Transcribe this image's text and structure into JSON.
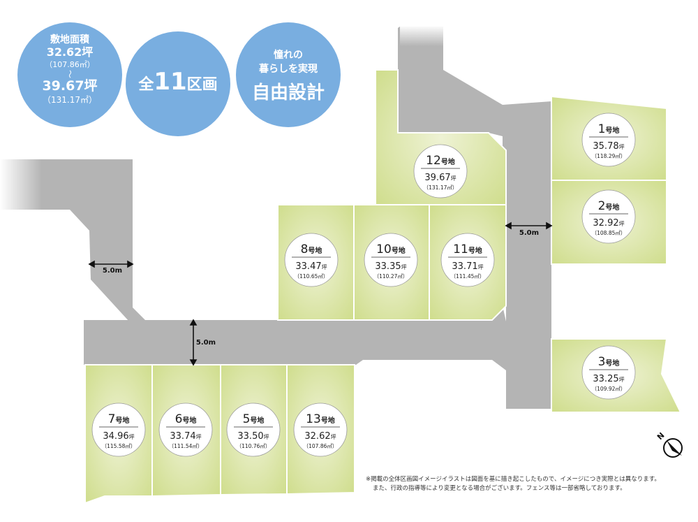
{
  "badges": {
    "area": {
      "label": "敷地面積",
      "min": "32.62坪",
      "min_m2": "（107.86㎡）",
      "sep": "〜",
      "max": "39.67坪",
      "max_m2": "（131.17㎡）"
    },
    "total": {
      "prefix": "全",
      "count": "11",
      "suffix": "区画"
    },
    "design": {
      "line1": "憧れの",
      "line2": "暮らしを実現",
      "big": "自由設計"
    }
  },
  "lots": [
    {
      "id": "1",
      "num": "1",
      "label": "号地",
      "tsubo": "35.78",
      "unit": "坪",
      "m2": "（118.29㎡）"
    },
    {
      "id": "2",
      "num": "2",
      "label": "号地",
      "tsubo": "32.92",
      "unit": "坪",
      "m2": "（108.85㎡）"
    },
    {
      "id": "3",
      "num": "3",
      "label": "号地",
      "tsubo": "33.25",
      "unit": "坪",
      "m2": "（109.92㎡）"
    },
    {
      "id": "5",
      "num": "5",
      "label": "号地",
      "tsubo": "33.50",
      "unit": "坪",
      "m2": "（110.76㎡）"
    },
    {
      "id": "6",
      "num": "6",
      "label": "号地",
      "tsubo": "33.74",
      "unit": "坪",
      "m2": "（111.54㎡）"
    },
    {
      "id": "7",
      "num": "7",
      "label": "号地",
      "tsubo": "34.96",
      "unit": "坪",
      "m2": "（115.58㎡）"
    },
    {
      "id": "8",
      "num": "8",
      "label": "号地",
      "tsubo": "33.47",
      "unit": "坪",
      "m2": "（110.65㎡）"
    },
    {
      "id": "10",
      "num": "10",
      "label": "号地",
      "tsubo": "33.35",
      "unit": "坪",
      "m2": "（110.27㎡）"
    },
    {
      "id": "11",
      "num": "11",
      "label": "号地",
      "tsubo": "33.71",
      "unit": "坪",
      "m2": "（111.45㎡）"
    },
    {
      "id": "12",
      "num": "12",
      "label": "号地",
      "tsubo": "39.67",
      "unit": "坪",
      "m2": "（131.17㎡）"
    },
    {
      "id": "13",
      "num": "13",
      "label": "号地",
      "tsubo": "32.62",
      "unit": "坪",
      "m2": "（107.86㎡）"
    }
  ],
  "roads": {
    "width_left": "5.0m",
    "width_center": "5.0m",
    "width_right": "5.0m"
  },
  "compass": {
    "label": "N",
    "icon": "north-arrow-icon"
  },
  "note": {
    "line1": "※掲載の全体区画図イメージイラストは図面を基に描き起こしたもので、イメージにつき実際とは異なります。",
    "line2": "また、行政の指導等により変更となる場合がございます。フェンス等は一部省略しております。"
  },
  "colors": {
    "badge": "#79aee0",
    "lot": "#dbe5a4",
    "lot_edge": "#c9d77f",
    "road": "#b4b4b4",
    "text": "#222222"
  }
}
